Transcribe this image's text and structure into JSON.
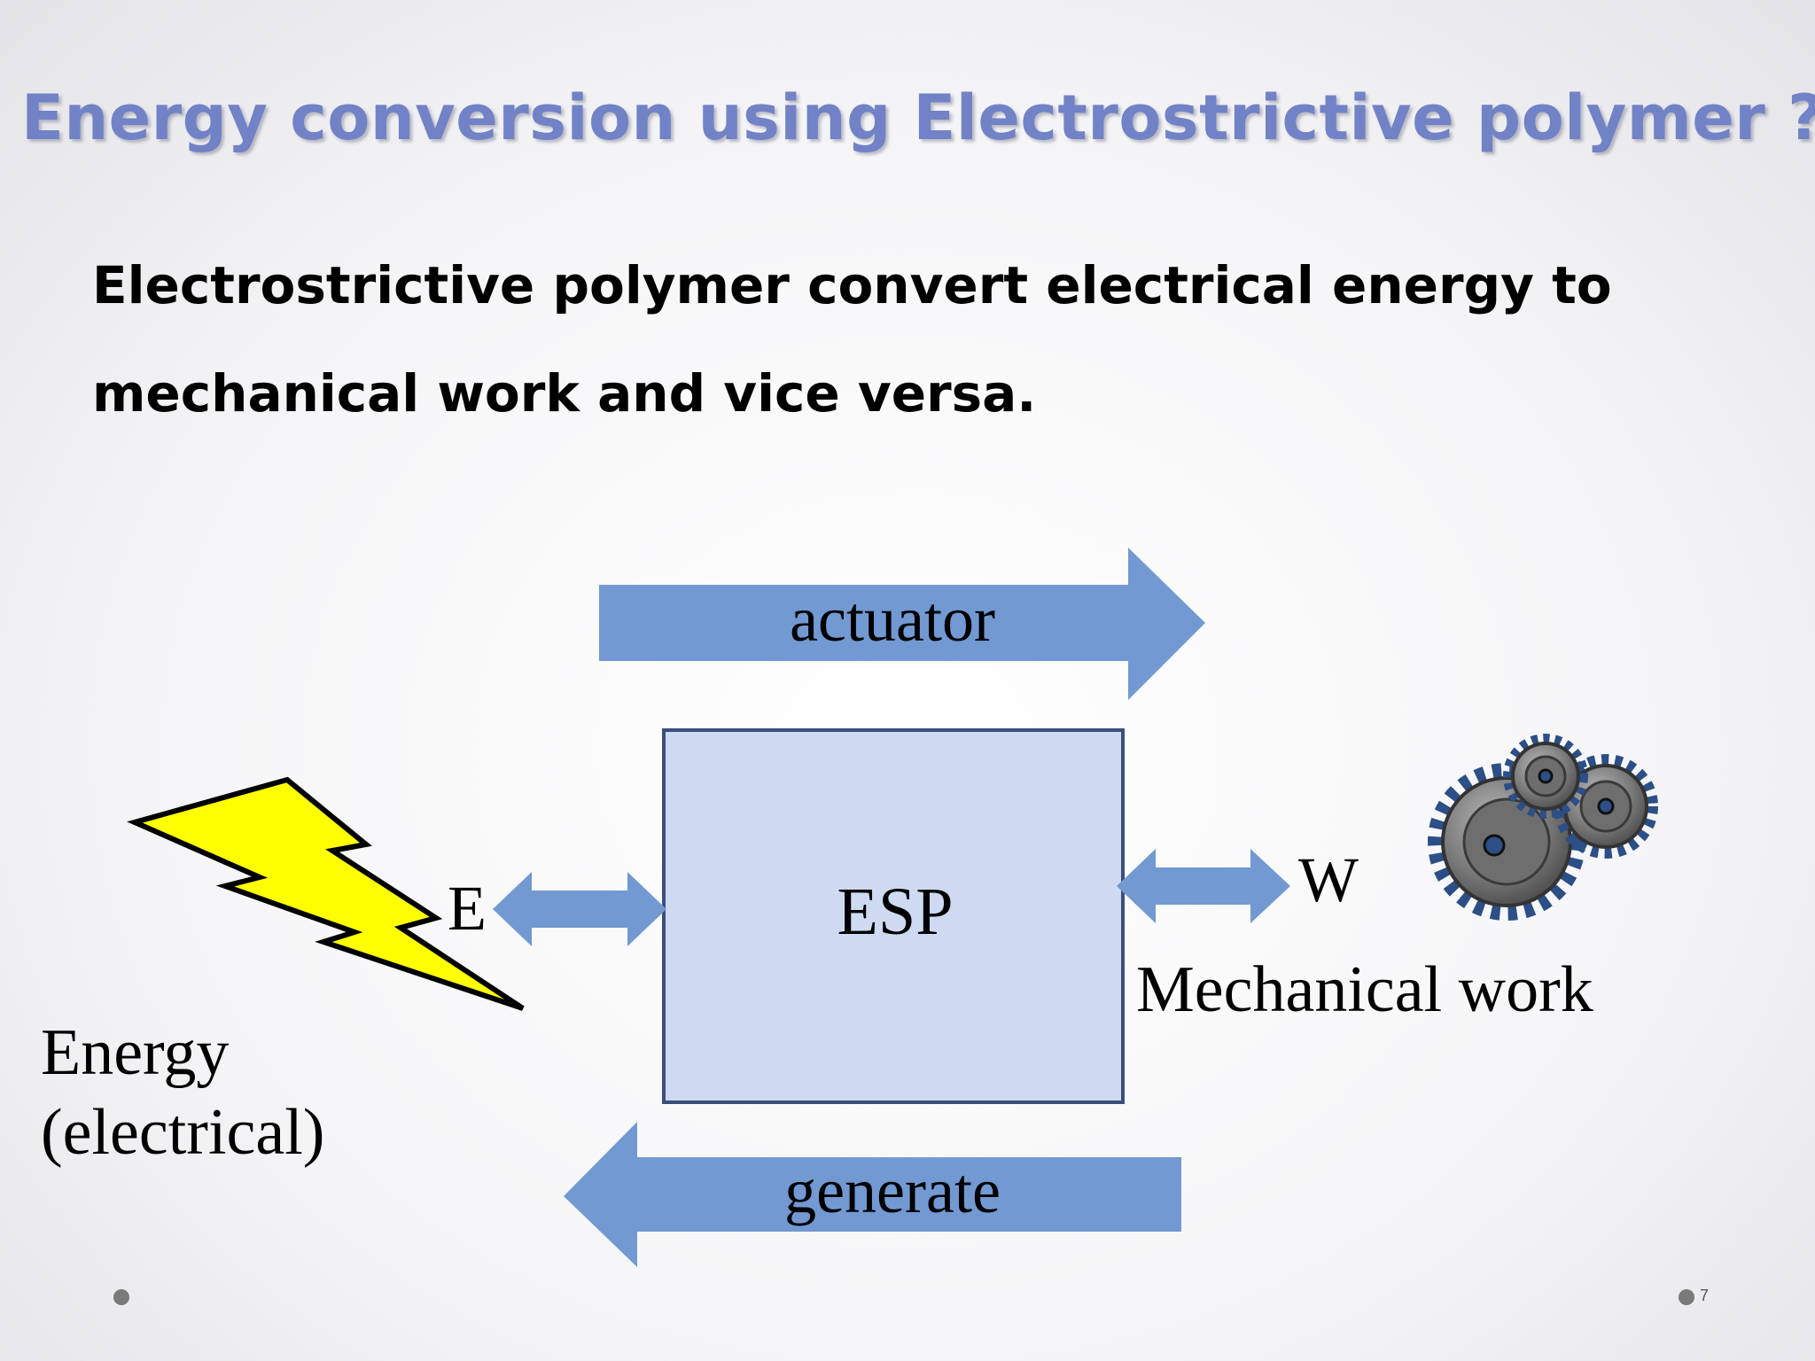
{
  "slide": {
    "title": "Energy conversion using Electrostrictive polymer ?",
    "body_line1": "Electrostrictive polymer convert electrical energy to",
    "body_line2": "mechanical work and vice versa.",
    "page_number": "7"
  },
  "diagram": {
    "top_arrow_label": "actuator",
    "bottom_arrow_label": "generate",
    "center_box_label": "ESP",
    "left_symbol_label": "E",
    "right_symbol_label": "W",
    "left_caption_line1": "Energy",
    "left_caption_line2": "(electrical)",
    "right_caption": "Mechanical work"
  },
  "icons": {
    "left": "lightning-bolt-icon",
    "right": "gears-icon"
  },
  "colors": {
    "title": "#7182c6",
    "arrow_fill": "#7299d2",
    "box_fill": "#cddaf2",
    "box_border": "#3a4f7a",
    "bolt_fill": "#ffff00"
  }
}
